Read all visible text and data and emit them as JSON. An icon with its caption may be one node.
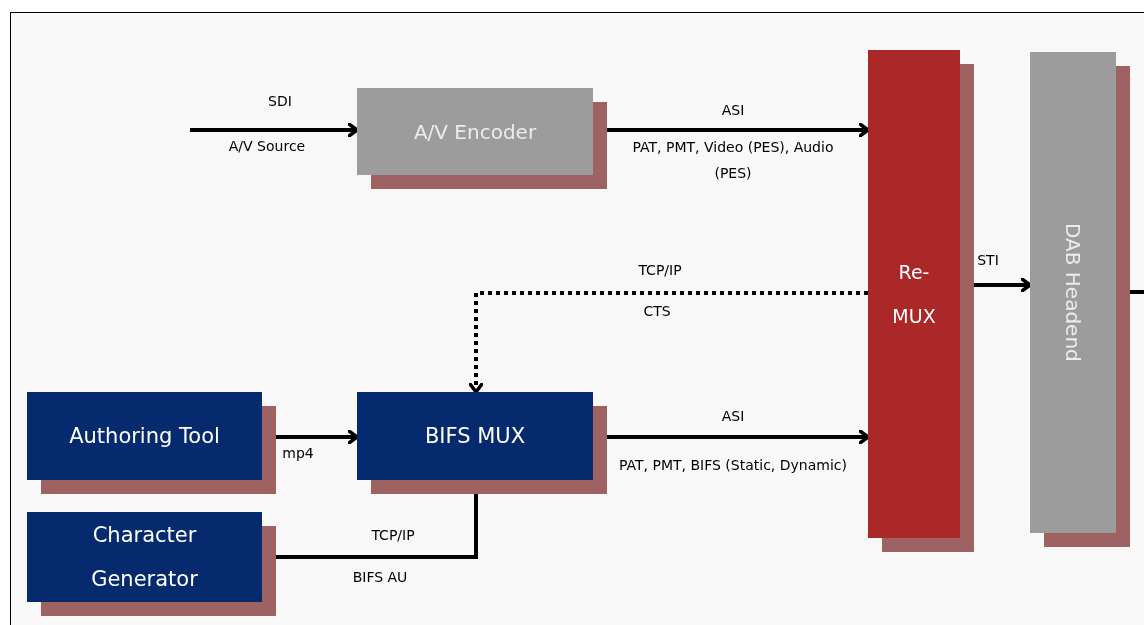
{
  "diagram": {
    "nodes": [
      {
        "text": [
          "A/V Encoder"
        ]
      },
      {
        "text": [
          "Re- MUX"
        ]
      },
      {
        "text": [
          "DAB Headend"
        ]
      },
      {
        "text": [
          "Authoring Tool"
        ]
      },
      {
        "text": [
          "BIFS MUX"
        ]
      },
      {
        "text": [
          "Character Generator"
        ]
      }
    ],
    "edges": [
      {
        "from": null,
        "to": 0,
        "arrow": "to",
        "label": "SDI"
      },
      {
        "from": 0,
        "to": 1,
        "arrow": "to",
        "label": "ASI"
      },
      {
        "from": 1,
        "to": 4,
        "arrow": "to",
        "label": "TCP/IP",
        "style": "dashed"
      },
      {
        "from": 2,
        "to": null,
        "arrow": "none"
      },
      {
        "from": 1,
        "to": 2,
        "arrow": "to",
        "label": "STI"
      },
      {
        "from": 3,
        "to": 4,
        "arrow": "to",
        "label": "mp4"
      },
      {
        "from": 4,
        "to": 1,
        "arrow": "to",
        "label": "ASI"
      },
      {
        "from": 5,
        "to": 4,
        "arrow": "to",
        "label": "TCP/IP"
      }
    ],
    "labels": [
      "A/V Source",
      "PAT, PMT, Video (PES), Audio (PES)",
      "CTS",
      "PAT, PMT, BIFS (Static, Dynamic)",
      "BIFS AU"
    ]
  }
}
